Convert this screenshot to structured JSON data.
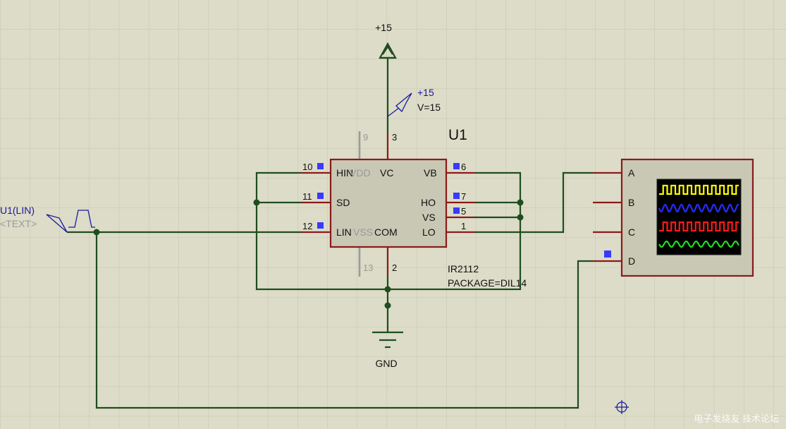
{
  "power": {
    "label": "+15"
  },
  "probe": {
    "name": "+15",
    "value": "V=15"
  },
  "ground": {
    "label": "GND"
  },
  "chip": {
    "ref": "U1",
    "part": "IR2112",
    "package": "PACKAGE=DIL14",
    "pins": {
      "p10": {
        "num": "10",
        "name": "HIN"
      },
      "p11": {
        "num": "11",
        "name": "SD"
      },
      "p12": {
        "num": "12",
        "name": "LIN"
      },
      "p6": {
        "num": "6",
        "name": "VB"
      },
      "p7": {
        "num": "7",
        "name": "HO"
      },
      "p5": {
        "num": "5",
        "name": "VS"
      },
      "p1": {
        "num": "1",
        "name": "LO"
      },
      "p3": {
        "num": "3",
        "name": "VC"
      },
      "p2": {
        "num": "2",
        "name": "COM"
      },
      "p9": {
        "num": "9",
        "name": "VDD"
      },
      "p13": {
        "num": "13",
        "name": "VSS"
      }
    }
  },
  "generator": {
    "name": "U1(LIN)",
    "text": "<TEXT>"
  },
  "scope": {
    "channels": [
      "A",
      "B",
      "C",
      "D"
    ],
    "trace_colors": [
      "#ffff00",
      "#2a2aff",
      "#ff1a1a",
      "#22dd22"
    ]
  },
  "colors": {
    "wire": "#1f4d1f",
    "body": "#c8c8b4",
    "outline": "#8b1a1a",
    "pin": "#8b1a1a",
    "label_blue": "#1a1aa0",
    "marker": "#3a3aff"
  },
  "watermark": "电子发烧友 技术论坛"
}
